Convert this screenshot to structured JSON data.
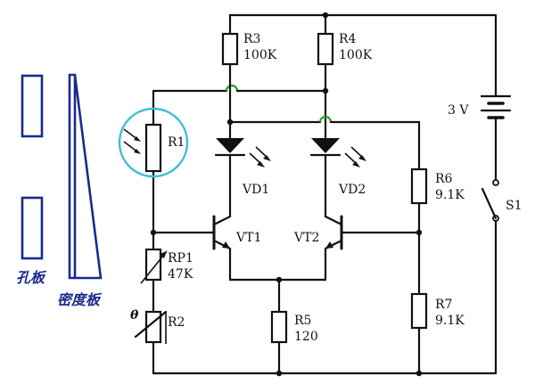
{
  "components": {
    "r1": "R1",
    "r2": "R2",
    "r3": "R3",
    "r3_value": "100K",
    "r4": "R4",
    "r4_value": "100K",
    "r5": "R5",
    "r5_value": "120",
    "r6": "R6",
    "r6_value": "9.1K",
    "r7": "R7",
    "r7_value": "9.1K",
    "rp1": "RP1",
    "rp1_value": "47K",
    "vd1": "VD1",
    "vd2": "VD2",
    "vt1": "VT1",
    "vt2": "VT2",
    "s1": "S1",
    "battery": "3 V",
    "theta": "θ"
  },
  "side_labels": {
    "hole_plate": "孔板",
    "density_plate": "密度板"
  },
  "colors": {
    "wire": "#111111",
    "side_illustration": "#1a2a8c",
    "highlight_circle": "#3bbfd1",
    "crossover_hop": "#1fa02a"
  }
}
